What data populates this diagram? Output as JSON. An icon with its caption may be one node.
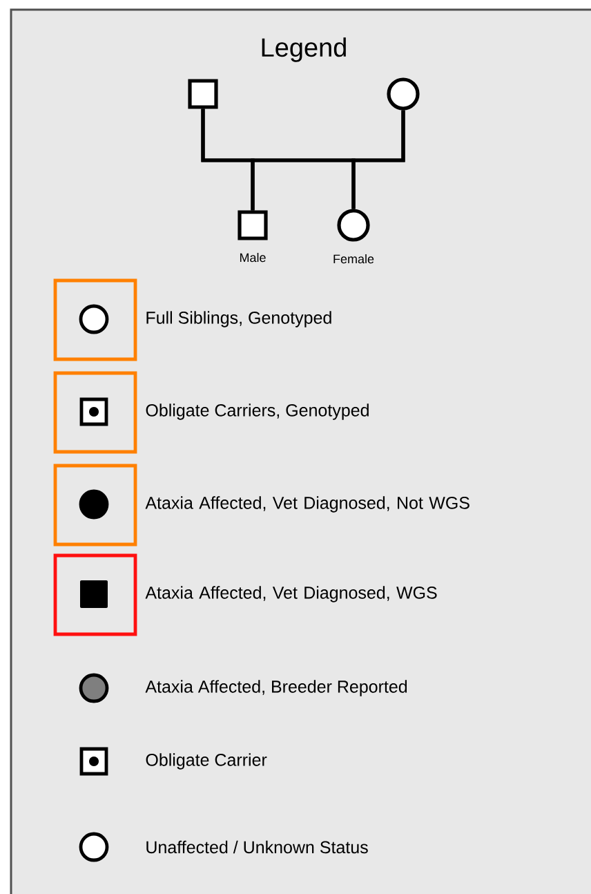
{
  "diagram": {
    "title": "Legend",
    "nodes": [
      {
        "text": [],
        "shape": "box"
      },
      {
        "text": [],
        "shape": "circle"
      },
      {
        "text": [],
        "shape": "box",
        "beside": [
          "Male"
        ]
      },
      {
        "text": [],
        "shape": "circle",
        "beside": [
          "Female"
        ]
      }
    ],
    "edges": [
      {
        "from": 0,
        "to": 2,
        "arrow": "none"
      },
      {
        "from": 0,
        "to": 3,
        "arrow": "none"
      },
      {
        "from": 1,
        "to": 2,
        "arrow": "none"
      },
      {
        "from": 1,
        "to": 3,
        "arrow": "none"
      }
    ],
    "legend": [
      {
        "text": "Full Siblings, Genotyped"
      },
      {
        "text": "Obligate Carriers, Genotyped"
      },
      {
        "text": "Ataxia Affected, Vet Diagnosed, Not WGS"
      },
      {
        "text": "Ataxia Affected, Vet Diagnosed, WGS"
      },
      {
        "text": "Ataxia Affected, Breeder Reported"
      },
      {
        "text": "Obligate Carrier"
      },
      {
        "text": "Unaffected / Unknown Status"
      }
    ]
  }
}
